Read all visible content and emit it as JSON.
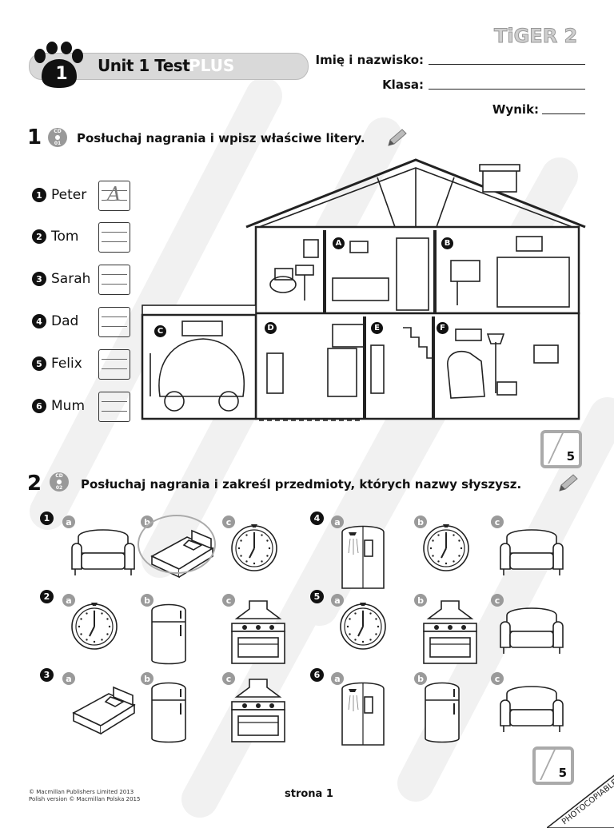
{
  "header": {
    "logo": "TiGER 2",
    "unit_number": "1",
    "unit_title": "Unit 1 Test",
    "unit_badge": "PLUS",
    "name_label": "Imię i nazwisko:",
    "class_label": "Klasa:",
    "score_label": "Wynik:"
  },
  "exercise1": {
    "number": "1",
    "cd_label": "CD",
    "cd_track": "01",
    "instruction": "Posłuchaj nagrania i wpisz właściwe litery.",
    "people": [
      {
        "num": "1",
        "name": "Peter",
        "example": "A"
      },
      {
        "num": "2",
        "name": "Tom",
        "example": ""
      },
      {
        "num": "3",
        "name": "Sarah",
        "example": ""
      },
      {
        "num": "4",
        "name": "Dad",
        "example": ""
      },
      {
        "num": "5",
        "name": "Felix",
        "example": ""
      },
      {
        "num": "6",
        "name": "Mum",
        "example": ""
      }
    ],
    "room_letters": [
      "A",
      "B",
      "C",
      "D",
      "E",
      "F"
    ],
    "score": "5"
  },
  "exercise2": {
    "number": "2",
    "cd_label": "CD",
    "cd_track": "02",
    "instruction": "Posłuchaj nagrania i zakreśl przedmioty, których nazwy słyszysz.",
    "questions": [
      {
        "num": "1",
        "options": [
          {
            "letter": "a",
            "item": "armchair"
          },
          {
            "letter": "b",
            "item": "bed",
            "circled": true
          },
          {
            "letter": "c",
            "item": "clock"
          }
        ]
      },
      {
        "num": "2",
        "options": [
          {
            "letter": "a",
            "item": "clock"
          },
          {
            "letter": "b",
            "item": "fridge"
          },
          {
            "letter": "c",
            "item": "cooker"
          }
        ]
      },
      {
        "num": "3",
        "options": [
          {
            "letter": "a",
            "item": "bed"
          },
          {
            "letter": "b",
            "item": "fridge"
          },
          {
            "letter": "c",
            "item": "cooker"
          }
        ]
      },
      {
        "num": "4",
        "options": [
          {
            "letter": "a",
            "item": "shower"
          },
          {
            "letter": "b",
            "item": "clock"
          },
          {
            "letter": "c",
            "item": "armchair"
          }
        ]
      },
      {
        "num": "5",
        "options": [
          {
            "letter": "a",
            "item": "clock"
          },
          {
            "letter": "b",
            "item": "cooker"
          },
          {
            "letter": "c",
            "item": "armchair"
          }
        ]
      },
      {
        "num": "6",
        "options": [
          {
            "letter": "a",
            "item": "shower"
          },
          {
            "letter": "b",
            "item": "fridge"
          },
          {
            "letter": "c",
            "item": "armchair"
          }
        ]
      }
    ],
    "score": "5"
  },
  "footer": {
    "copyright1": "© Macmillan Publishers Limited 2013",
    "copyright2": "Polish version © Macmillan Polska 2015",
    "page": "strona 1",
    "photocopiable": "PHOTOCOPIABLE"
  },
  "colors": {
    "pill": "#d9d9d9",
    "badge_grey": "#9a9a9a",
    "score_border": "#aaaaaa"
  }
}
